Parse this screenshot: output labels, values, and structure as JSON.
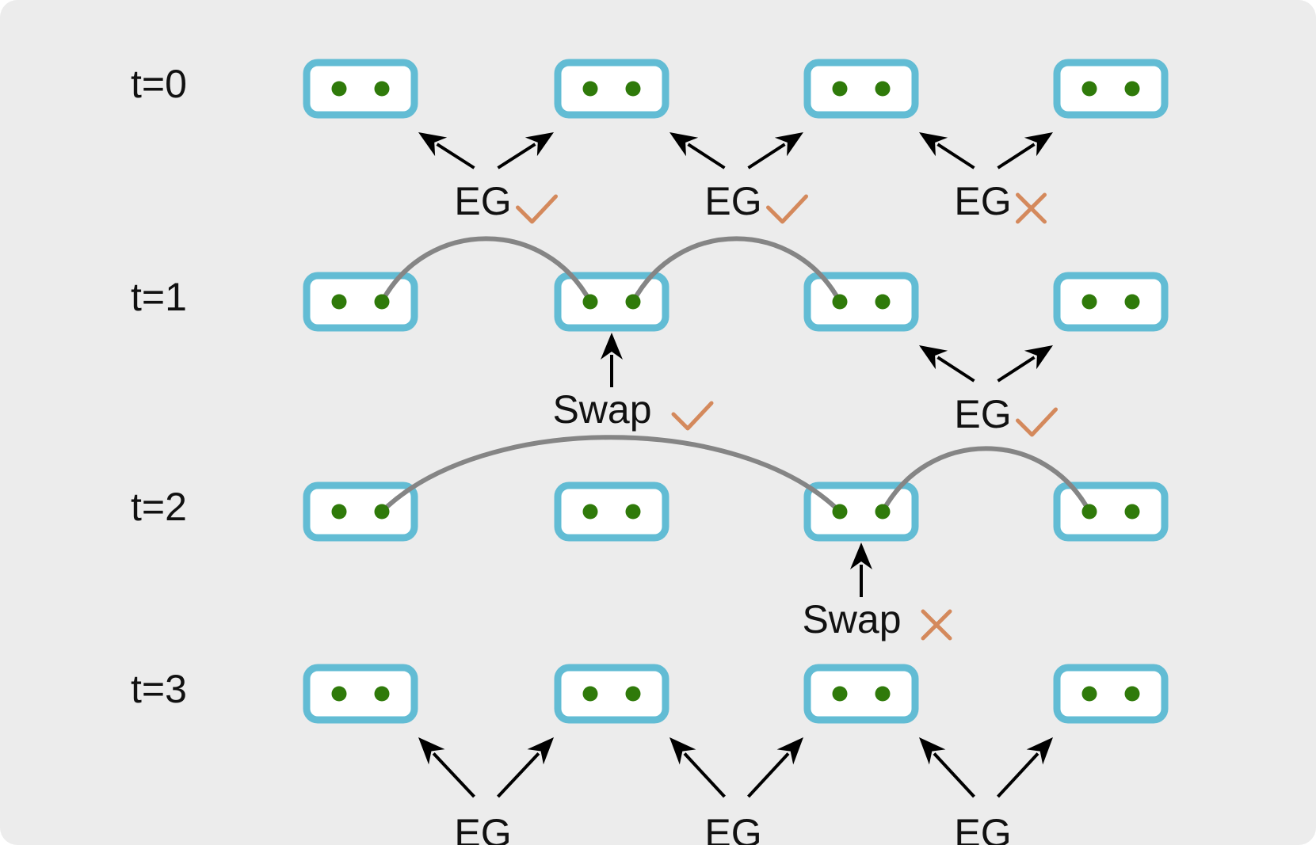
{
  "colors": {
    "background": "#ececec",
    "node_border": "#62bcd4",
    "node_fill": "#ffffff",
    "qubit": "#2f7a0a",
    "link": "#858585",
    "arrow": "#000000",
    "check": "#d4895c",
    "cross": "#d4895c"
  },
  "icons": {
    "success": "checkmark-icon",
    "failure": "cross-icon"
  },
  "rows": [
    {
      "label": "t=0",
      "operations": [
        {
          "type": "EG",
          "label": "EG",
          "between": [
            0,
            1
          ],
          "status": "success"
        },
        {
          "type": "EG",
          "label": "EG",
          "between": [
            1,
            2
          ],
          "status": "success"
        },
        {
          "type": "EG",
          "label": "EG",
          "between": [
            2,
            3
          ],
          "status": "failure"
        }
      ],
      "links": []
    },
    {
      "label": "t=1",
      "operations": [
        {
          "type": "Swap",
          "label": "Swap",
          "node": 1,
          "status": "success"
        },
        {
          "type": "EG",
          "label": "EG",
          "between": [
            2,
            3
          ],
          "status": "success"
        }
      ],
      "links": [
        {
          "from_node": 0,
          "from_qubit": 1,
          "to_node": 1,
          "to_qubit": 0
        },
        {
          "from_node": 1,
          "from_qubit": 1,
          "to_node": 2,
          "to_qubit": 0
        }
      ]
    },
    {
      "label": "t=2",
      "operations": [
        {
          "type": "Swap",
          "label": "Swap",
          "node": 2,
          "status": "failure"
        }
      ],
      "links": [
        {
          "from_node": 0,
          "from_qubit": 1,
          "to_node": 2,
          "to_qubit": 0
        },
        {
          "from_node": 2,
          "from_qubit": 1,
          "to_node": 3,
          "to_qubit": 0
        }
      ]
    },
    {
      "label": "t=3",
      "operations": [
        {
          "type": "EG",
          "label": "EG",
          "between": [
            0,
            1
          ],
          "status": "none"
        },
        {
          "type": "EG",
          "label": "EG",
          "between": [
            1,
            2
          ],
          "status": "none"
        },
        {
          "type": "EG",
          "label": "EG",
          "between": [
            2,
            3
          ],
          "status": "none"
        }
      ],
      "links": []
    }
  ]
}
